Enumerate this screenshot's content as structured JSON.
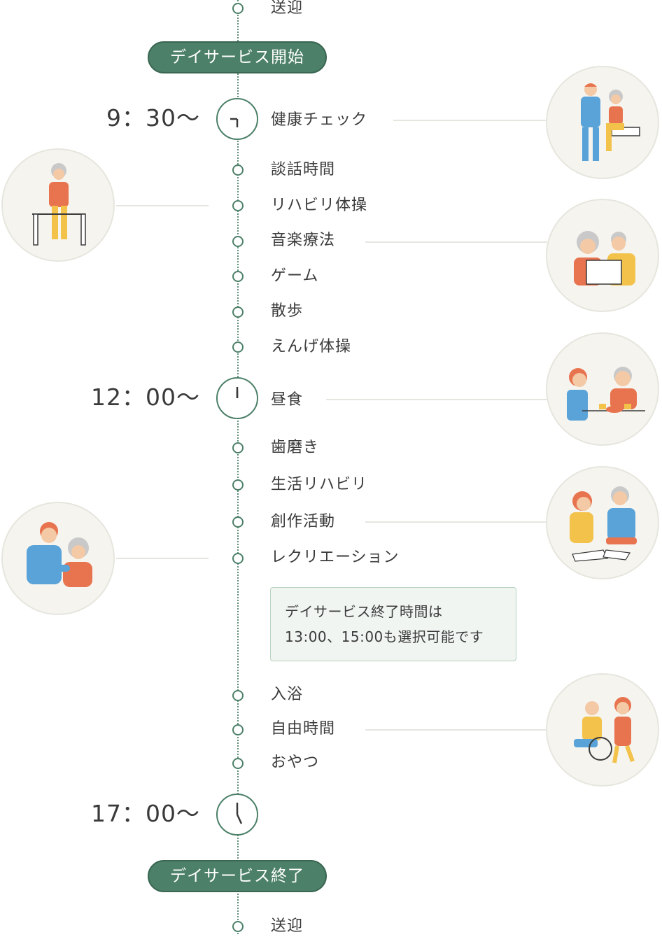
{
  "start_badge": "デイサービス開始",
  "end_badge": "デイサービス終了",
  "times": {
    "t0930": "9：30～",
    "t1200": "12：00～",
    "t1700": "17：00～"
  },
  "schedule": {
    "pickup_top": "送迎",
    "health_check": "健康チェック",
    "talk": "談話時間",
    "rehab_exercise": "リハビリ体操",
    "music_therapy": "音楽療法",
    "game": "ゲーム",
    "walk": "散歩",
    "swallow_exercise": "えんげ体操",
    "lunch": "昼食",
    "tooth_brushing": "歯磨き",
    "daily_rehab": "生活リハビリ",
    "creative": "創作活動",
    "recreation": "レクリエーション",
    "bath": "入浴",
    "free_time": "自由時間",
    "snack": "おやつ",
    "pickup_bottom": "送迎"
  },
  "note": {
    "line1": "デイサービス終了時間は",
    "line2": "13:00、15:00も選択可能です"
  },
  "colors": {
    "accent": "#4c8068",
    "orange": "#e8734f",
    "blue": "#5aa3d9",
    "yellow": "#f2c24b"
  },
  "illustrations": [
    "health-check-illustration",
    "walking-bars-illustration",
    "music-therapy-illustration",
    "lunch-illustration",
    "creative-illustration",
    "recreation-illustration",
    "wheelchair-illustration"
  ]
}
